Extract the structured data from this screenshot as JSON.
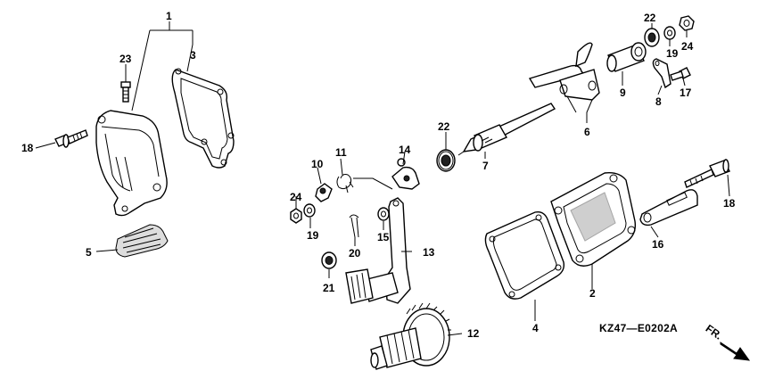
{
  "diagram_code": "KZ47—E0202A",
  "direction_label": "FR.",
  "callouts": [
    {
      "id": "c1",
      "text": "1"
    },
    {
      "id": "c2",
      "text": "2"
    },
    {
      "id": "c3",
      "text": "3"
    },
    {
      "id": "c4",
      "text": "4"
    },
    {
      "id": "c5",
      "text": "5"
    },
    {
      "id": "c6",
      "text": "6"
    },
    {
      "id": "c7",
      "text": "7"
    },
    {
      "id": "c8",
      "text": "8"
    },
    {
      "id": "c9",
      "text": "9"
    },
    {
      "id": "c10",
      "text": "10"
    },
    {
      "id": "c11",
      "text": "11"
    },
    {
      "id": "c12",
      "text": "12"
    },
    {
      "id": "c13",
      "text": "13"
    },
    {
      "id": "c14",
      "text": "14"
    },
    {
      "id": "c15",
      "text": "15"
    },
    {
      "id": "c16",
      "text": "16"
    },
    {
      "id": "c17",
      "text": "17"
    },
    {
      "id": "c18a",
      "text": "18"
    },
    {
      "id": "c18b",
      "text": "18"
    },
    {
      "id": "c19a",
      "text": "19"
    },
    {
      "id": "c19b",
      "text": "19"
    },
    {
      "id": "c20",
      "text": "20"
    },
    {
      "id": "c21",
      "text": "21"
    },
    {
      "id": "c22a",
      "text": "22"
    },
    {
      "id": "c22b",
      "text": "22"
    },
    {
      "id": "c23",
      "text": "23"
    },
    {
      "id": "c24a",
      "text": "24"
    },
    {
      "id": "c24b",
      "text": "24"
    }
  ]
}
